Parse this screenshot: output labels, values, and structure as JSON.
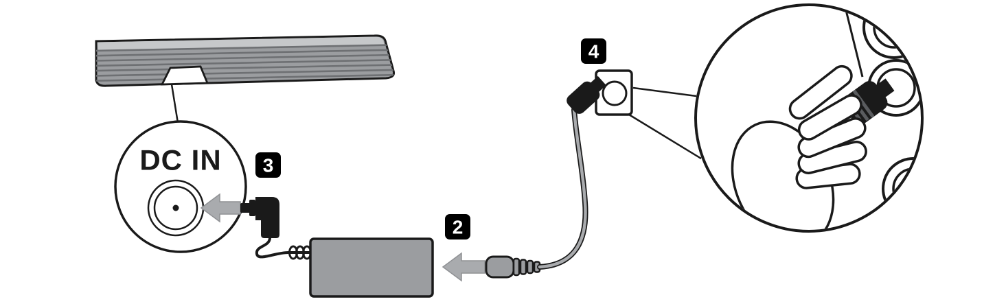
{
  "figure": {
    "dc_in_label": "DC IN",
    "badges": {
      "step2": "2",
      "step3": "3",
      "step4": "4"
    },
    "colors": {
      "background": "#ffffff",
      "outline": "#1a1a1a",
      "device_gray": "#9b9da0",
      "light_gray": "#c6c8ca",
      "stripe_gray": "#6e7073",
      "arrow_gray": "#a9abae",
      "arrow_edge": "#8f9194",
      "cord_gray": "#a9abae",
      "rib_gray": "#5a5c5f",
      "badge_bg": "#000000",
      "badge_text": "#ffffff"
    }
  }
}
